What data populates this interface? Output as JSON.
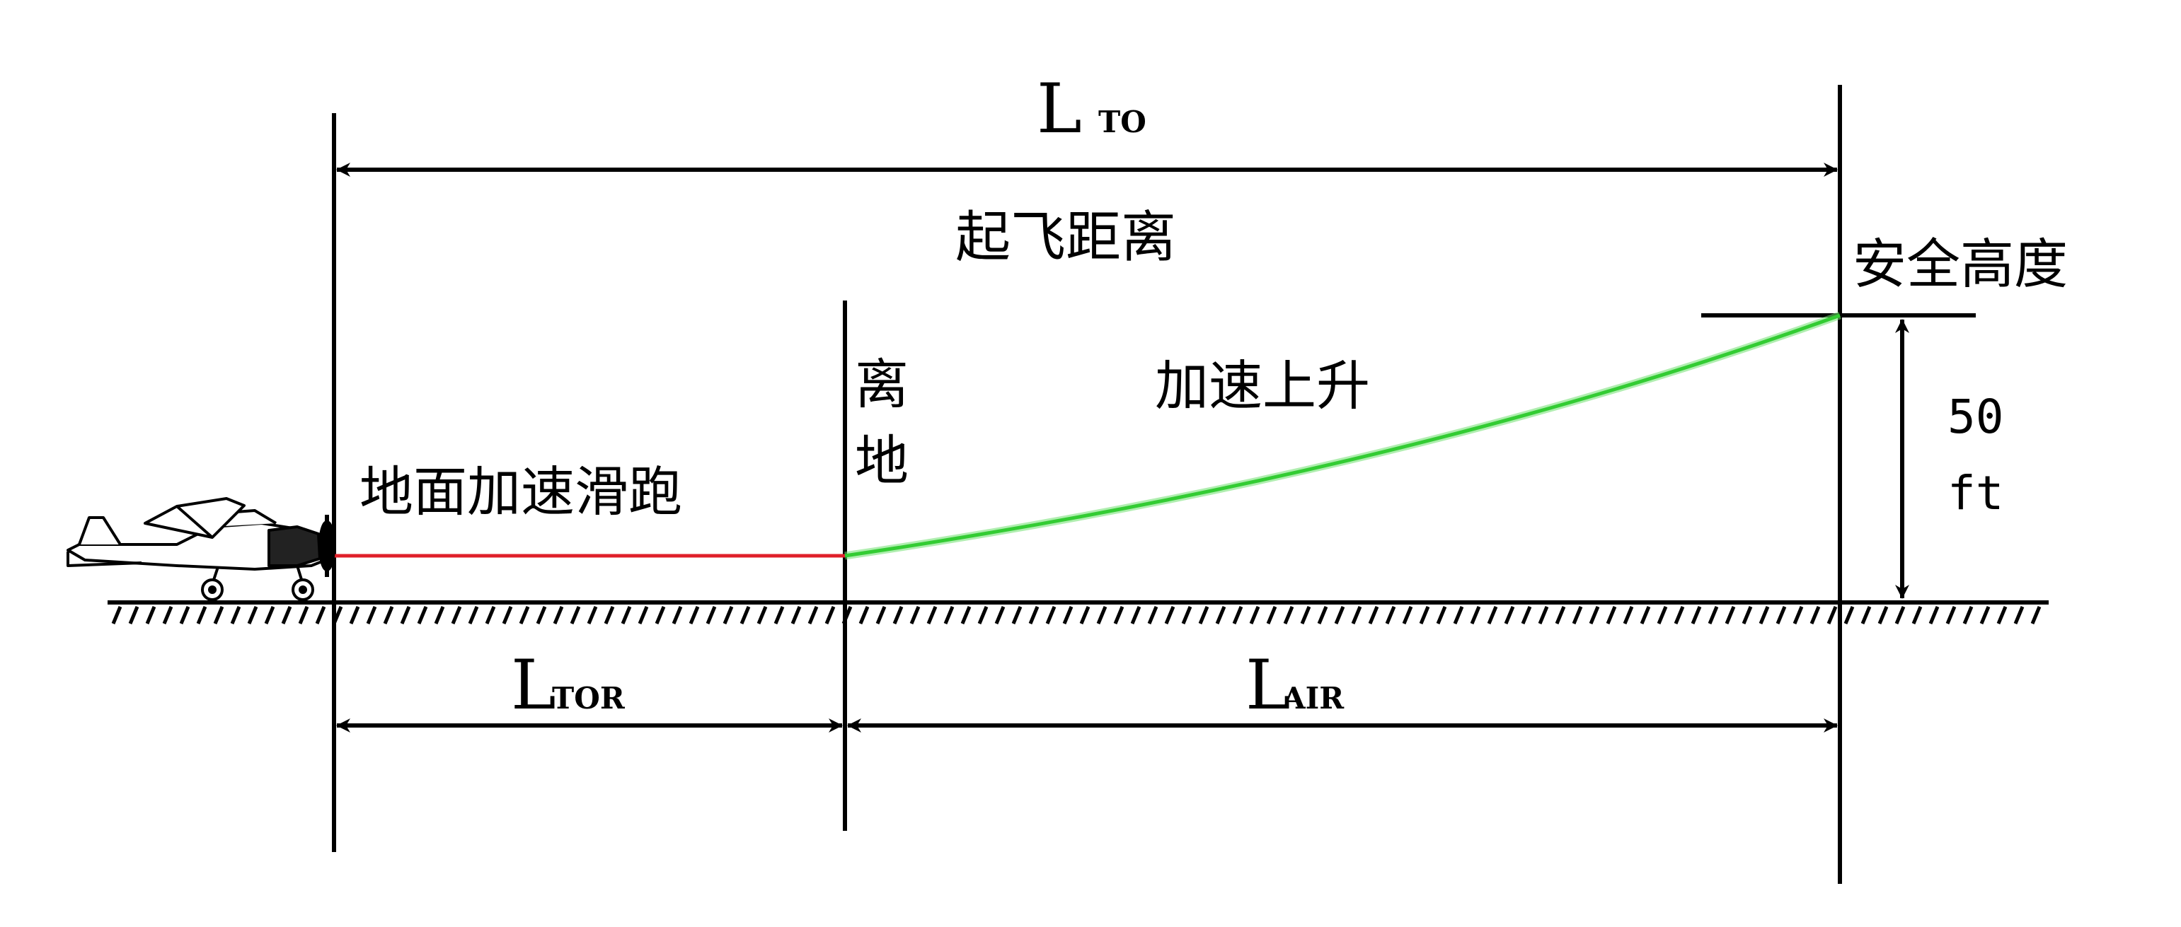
{
  "diagram": {
    "total_distance": {
      "symbol": "L",
      "subscript": "TO",
      "label": "起飞距离"
    },
    "safe_height": {
      "label": "安全高度",
      "value": "50",
      "unit": "ft"
    },
    "ground_roll": {
      "label": "地面加速滑跑",
      "symbol": "L",
      "subscript": "TOR"
    },
    "liftoff": {
      "label_line1": "离",
      "label_line2": "地"
    },
    "climb": {
      "label": "加速上升",
      "symbol": "L",
      "subscript": "AIR"
    },
    "colors": {
      "ground_roll_path": "#e0202a",
      "climb_path": "#33cc33",
      "lines": "#000000",
      "background": "#ffffff"
    },
    "icons": {
      "aircraft": "airplane-icon"
    }
  }
}
